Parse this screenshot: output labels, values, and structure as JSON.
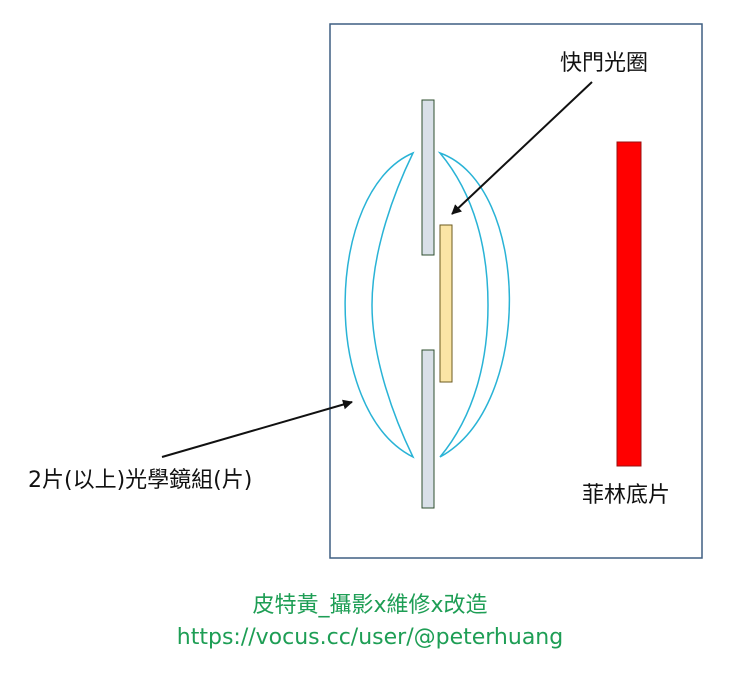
{
  "diagram": {
    "labels": {
      "shutter_aperture": "快門光圈",
      "lens_group": "2片(以上)光學鏡組(片)",
      "film": "菲林底片"
    },
    "colors": {
      "frame_border": "#3f5f82",
      "lens_outline": "#29b3d6",
      "plate_fill": "#d9e0e8",
      "plate_stroke": "#2f4f2f",
      "shutter_fill": "#fbe5a5",
      "shutter_stroke": "#6b5a1f",
      "film_fill": "#ff0000",
      "film_stroke": "#9a1010",
      "arrow": "#111111"
    }
  },
  "credit": {
    "title": "皮特黃_攝影x維修x改造",
    "url": "https://vocus.cc/user/@peterhuang",
    "color": "#1e9e55"
  }
}
